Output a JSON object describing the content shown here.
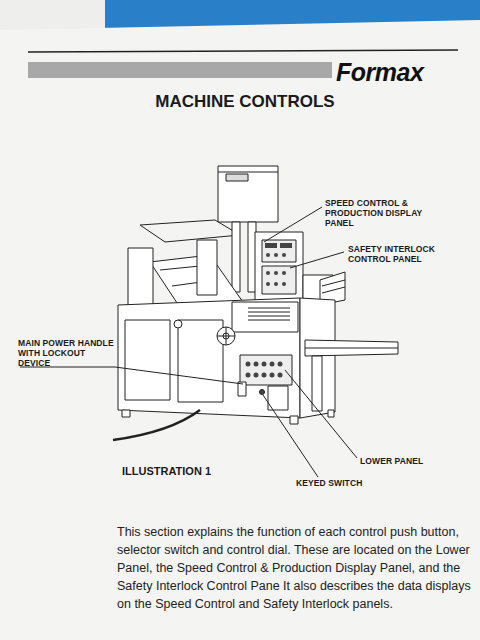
{
  "diagram": {
    "title": "MACHINE CONTROLS",
    "caption": "This section explains the function of each control push button, selector switch and control dial. These are located on the Lower Panel, the Speed Control & Production Display Panel, and the Safety Interlock Control Pane It also describes the data displays on the Speed Control and Safety Interlock panels.",
    "labels": [
      "Formax",
      "SPEED CONTROL & PRODUCTION DISPLAY PANEL",
      "SAFETY INTERLOCK CONTROL PANEL",
      "MAIN POWER HANDLE WITH LOCKOUT DEVICE",
      "ILLUSTRATION 1",
      "LOWER PANEL",
      "KEYED SWITCH"
    ]
  }
}
